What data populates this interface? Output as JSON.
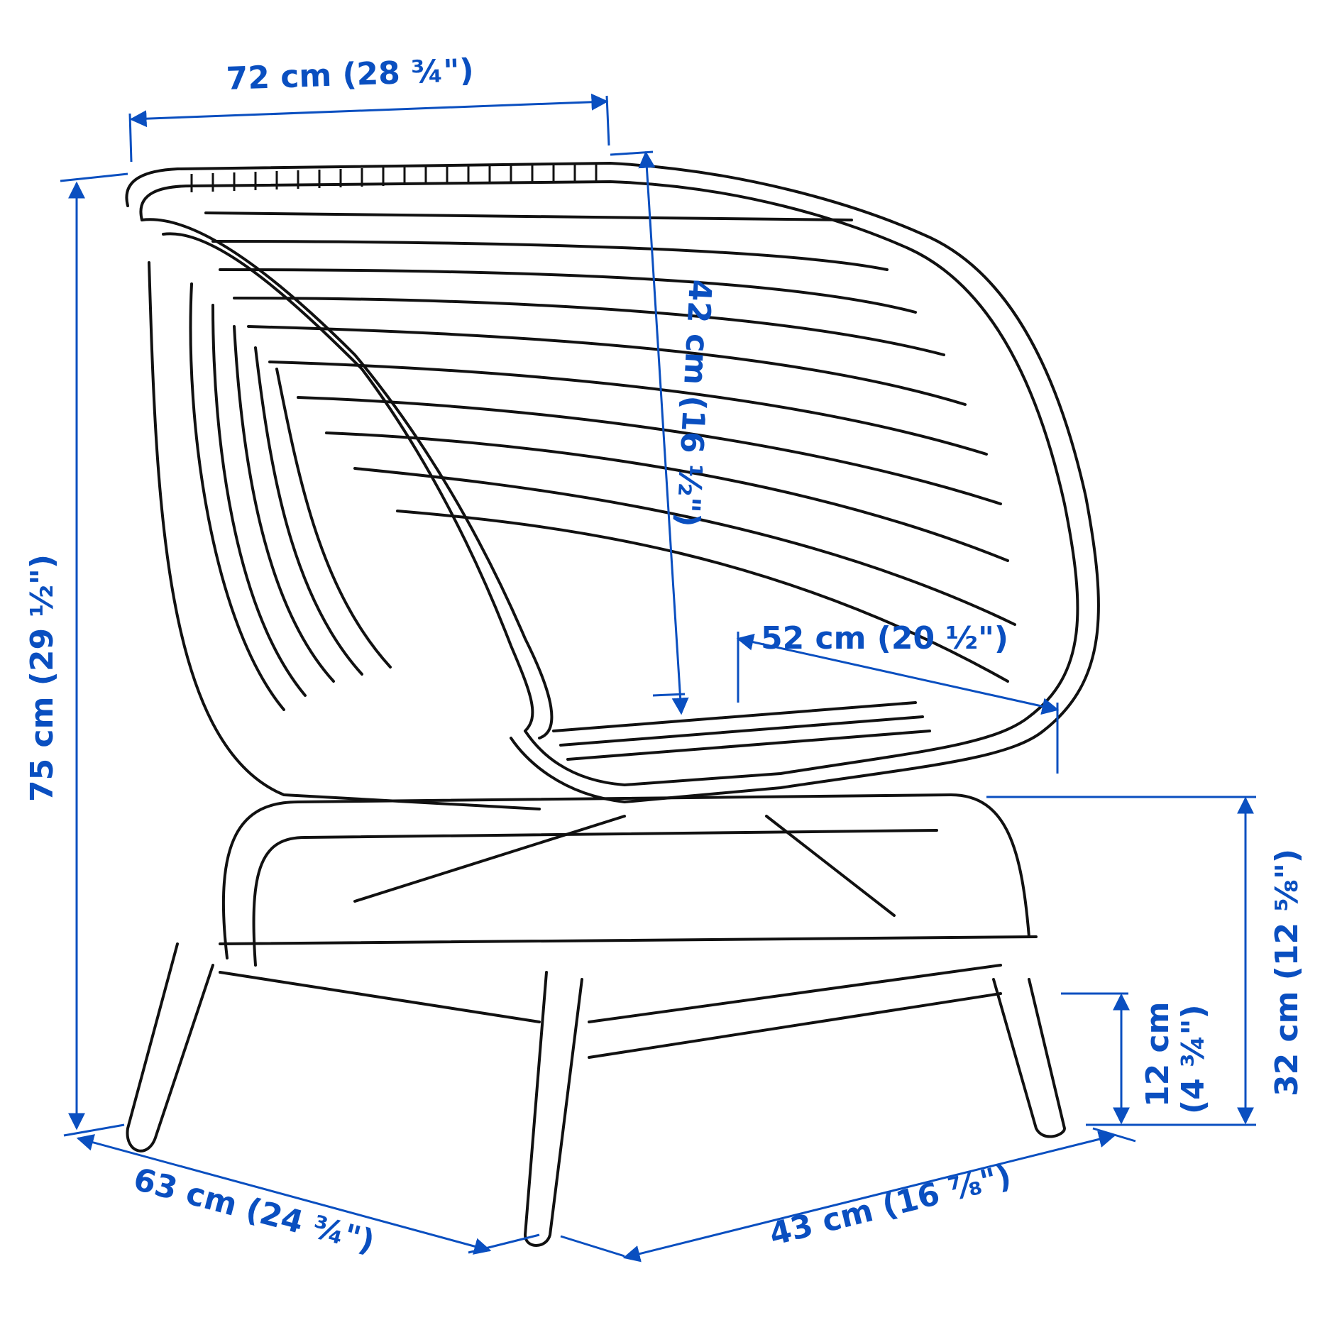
{
  "diagram": {
    "subject": "Rattan armchair",
    "line_color": "#111111",
    "dimension_color": "#0a4fc0",
    "dimensions": {
      "width": {
        "label": "72 cm (28 ¾\")"
      },
      "total_height": {
        "label": "75 cm (29 ½\")"
      },
      "backrest_height": {
        "label": "42 cm (16 ½\")"
      },
      "seat_width": {
        "label": "52 cm (20 ½\")"
      },
      "seat_height": {
        "label": "32 cm (12 ⅝\")"
      },
      "leg_clearance": {
        "label_cm": "12 cm",
        "label_in": "(4 ¾\")"
      },
      "depth": {
        "label": "63 cm (24 ¾\")"
      },
      "seat_depth": {
        "label": "43 cm (16 ⅞\")"
      }
    }
  }
}
